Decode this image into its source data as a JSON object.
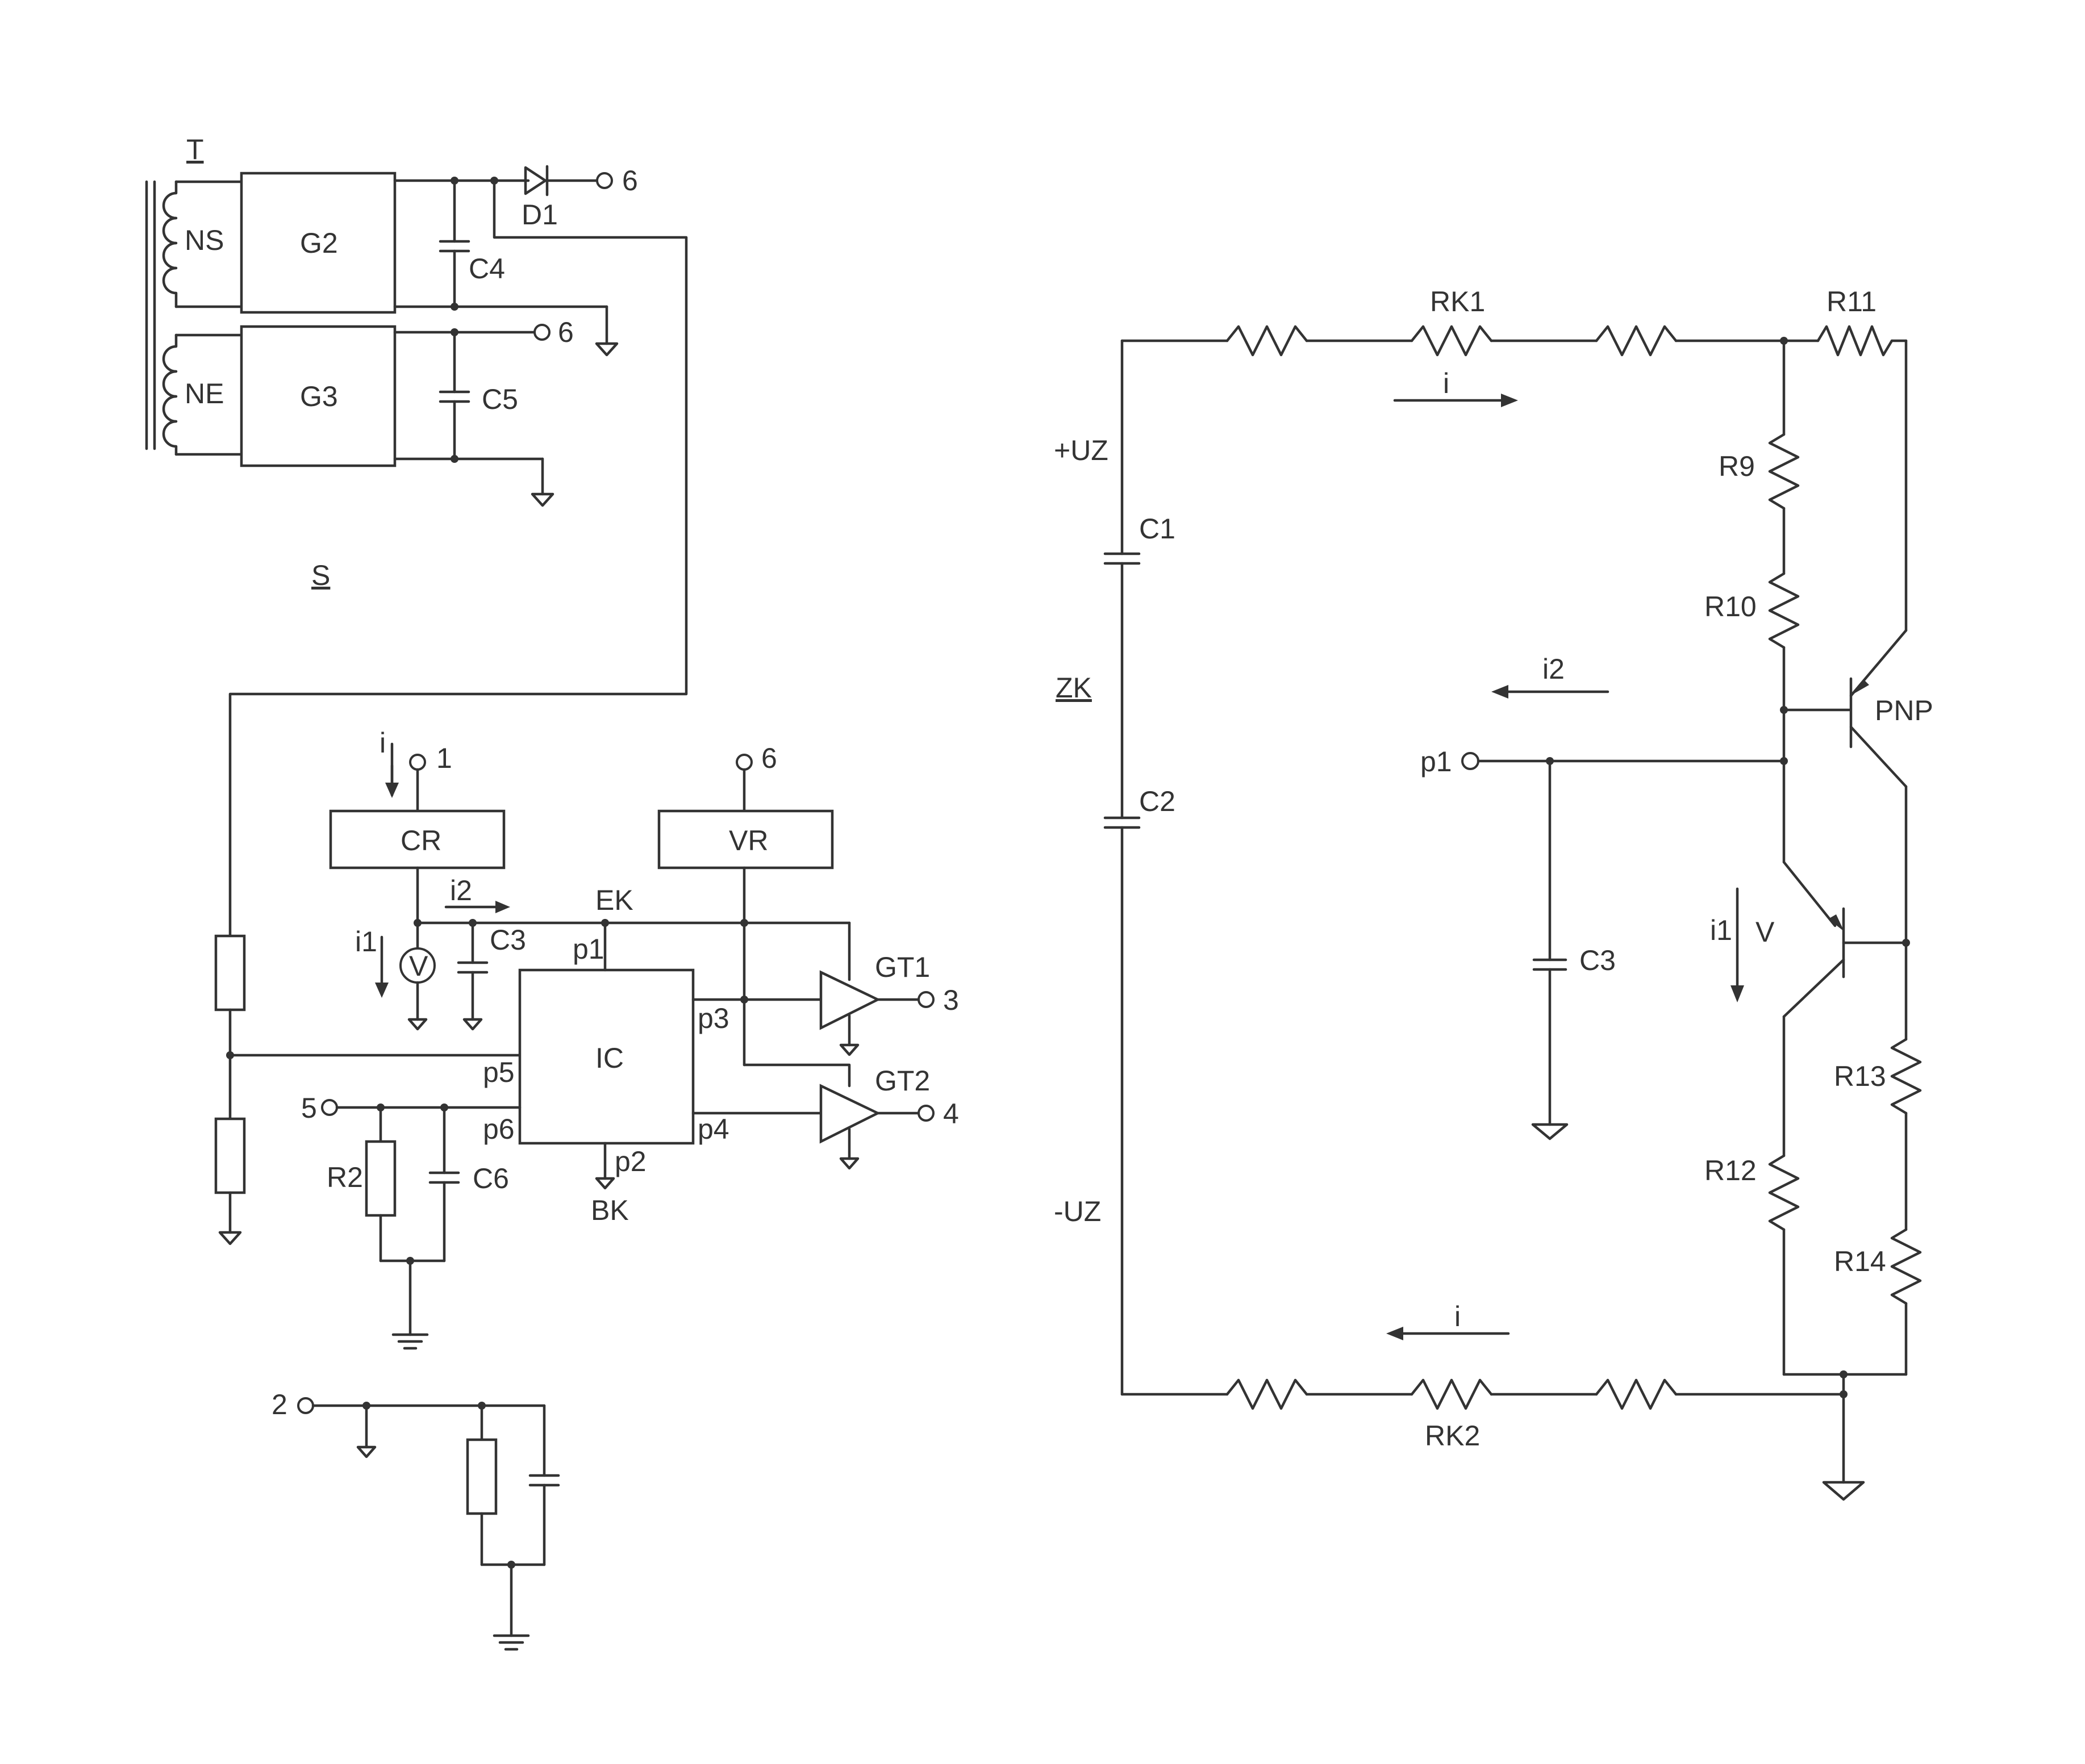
{
  "left_circuit": {
    "transformer_label": "T",
    "winding_top": "NS",
    "winding_bottom": "NE",
    "block_top": "G2",
    "block_bottom": "G3",
    "capacitor_c4": "C4",
    "capacitor_c5": "C5",
    "diode": "D1",
    "terminal_6a": "6",
    "terminal_6b": "6",
    "terminal_6c": "6",
    "section_label": "S",
    "current_i": "i",
    "terminal_1": "1",
    "block_cr": "CR",
    "block_vr": "VR",
    "current_i2": "i2",
    "current_i1": "i1",
    "meter_v": "V",
    "capacitor_c3": "C3",
    "node_ek": "EK",
    "chip": "IC",
    "pin_p1": "p1",
    "pin_p2": "p2",
    "pin_p3": "p3",
    "pin_p4": "p4",
    "pin_p5": "p5",
    "pin_p6": "p6",
    "node_bk": "BK",
    "driver_gt1": "GT1",
    "driver_gt2": "GT2",
    "terminal_3": "3",
    "terminal_4": "4",
    "terminal_5": "5",
    "resistor_r2": "R2",
    "capacitor_c6": "C6",
    "terminal_2": "2"
  },
  "right_circuit": {
    "resistor_rk1": "RK1",
    "resistor_rk2": "RK2",
    "resistor_r11": "R11",
    "resistor_r9": "R9",
    "resistor_r10": "R10",
    "resistor_r12": "R12",
    "resistor_r13": "R13",
    "resistor_r14": "R14",
    "current_i_top": "i",
    "current_i_bottom": "i",
    "current_i2": "i2",
    "current_i1": "i1",
    "voltage_v": "V",
    "plus_uz": "+UZ",
    "minus_uz": "-UZ",
    "capacitor_c1": "C1",
    "capacitor_c2": "C2",
    "capacitor_c3": "C3",
    "link_label": "ZK",
    "node_p1": "p1",
    "transistor_pnp": "PNP"
  }
}
